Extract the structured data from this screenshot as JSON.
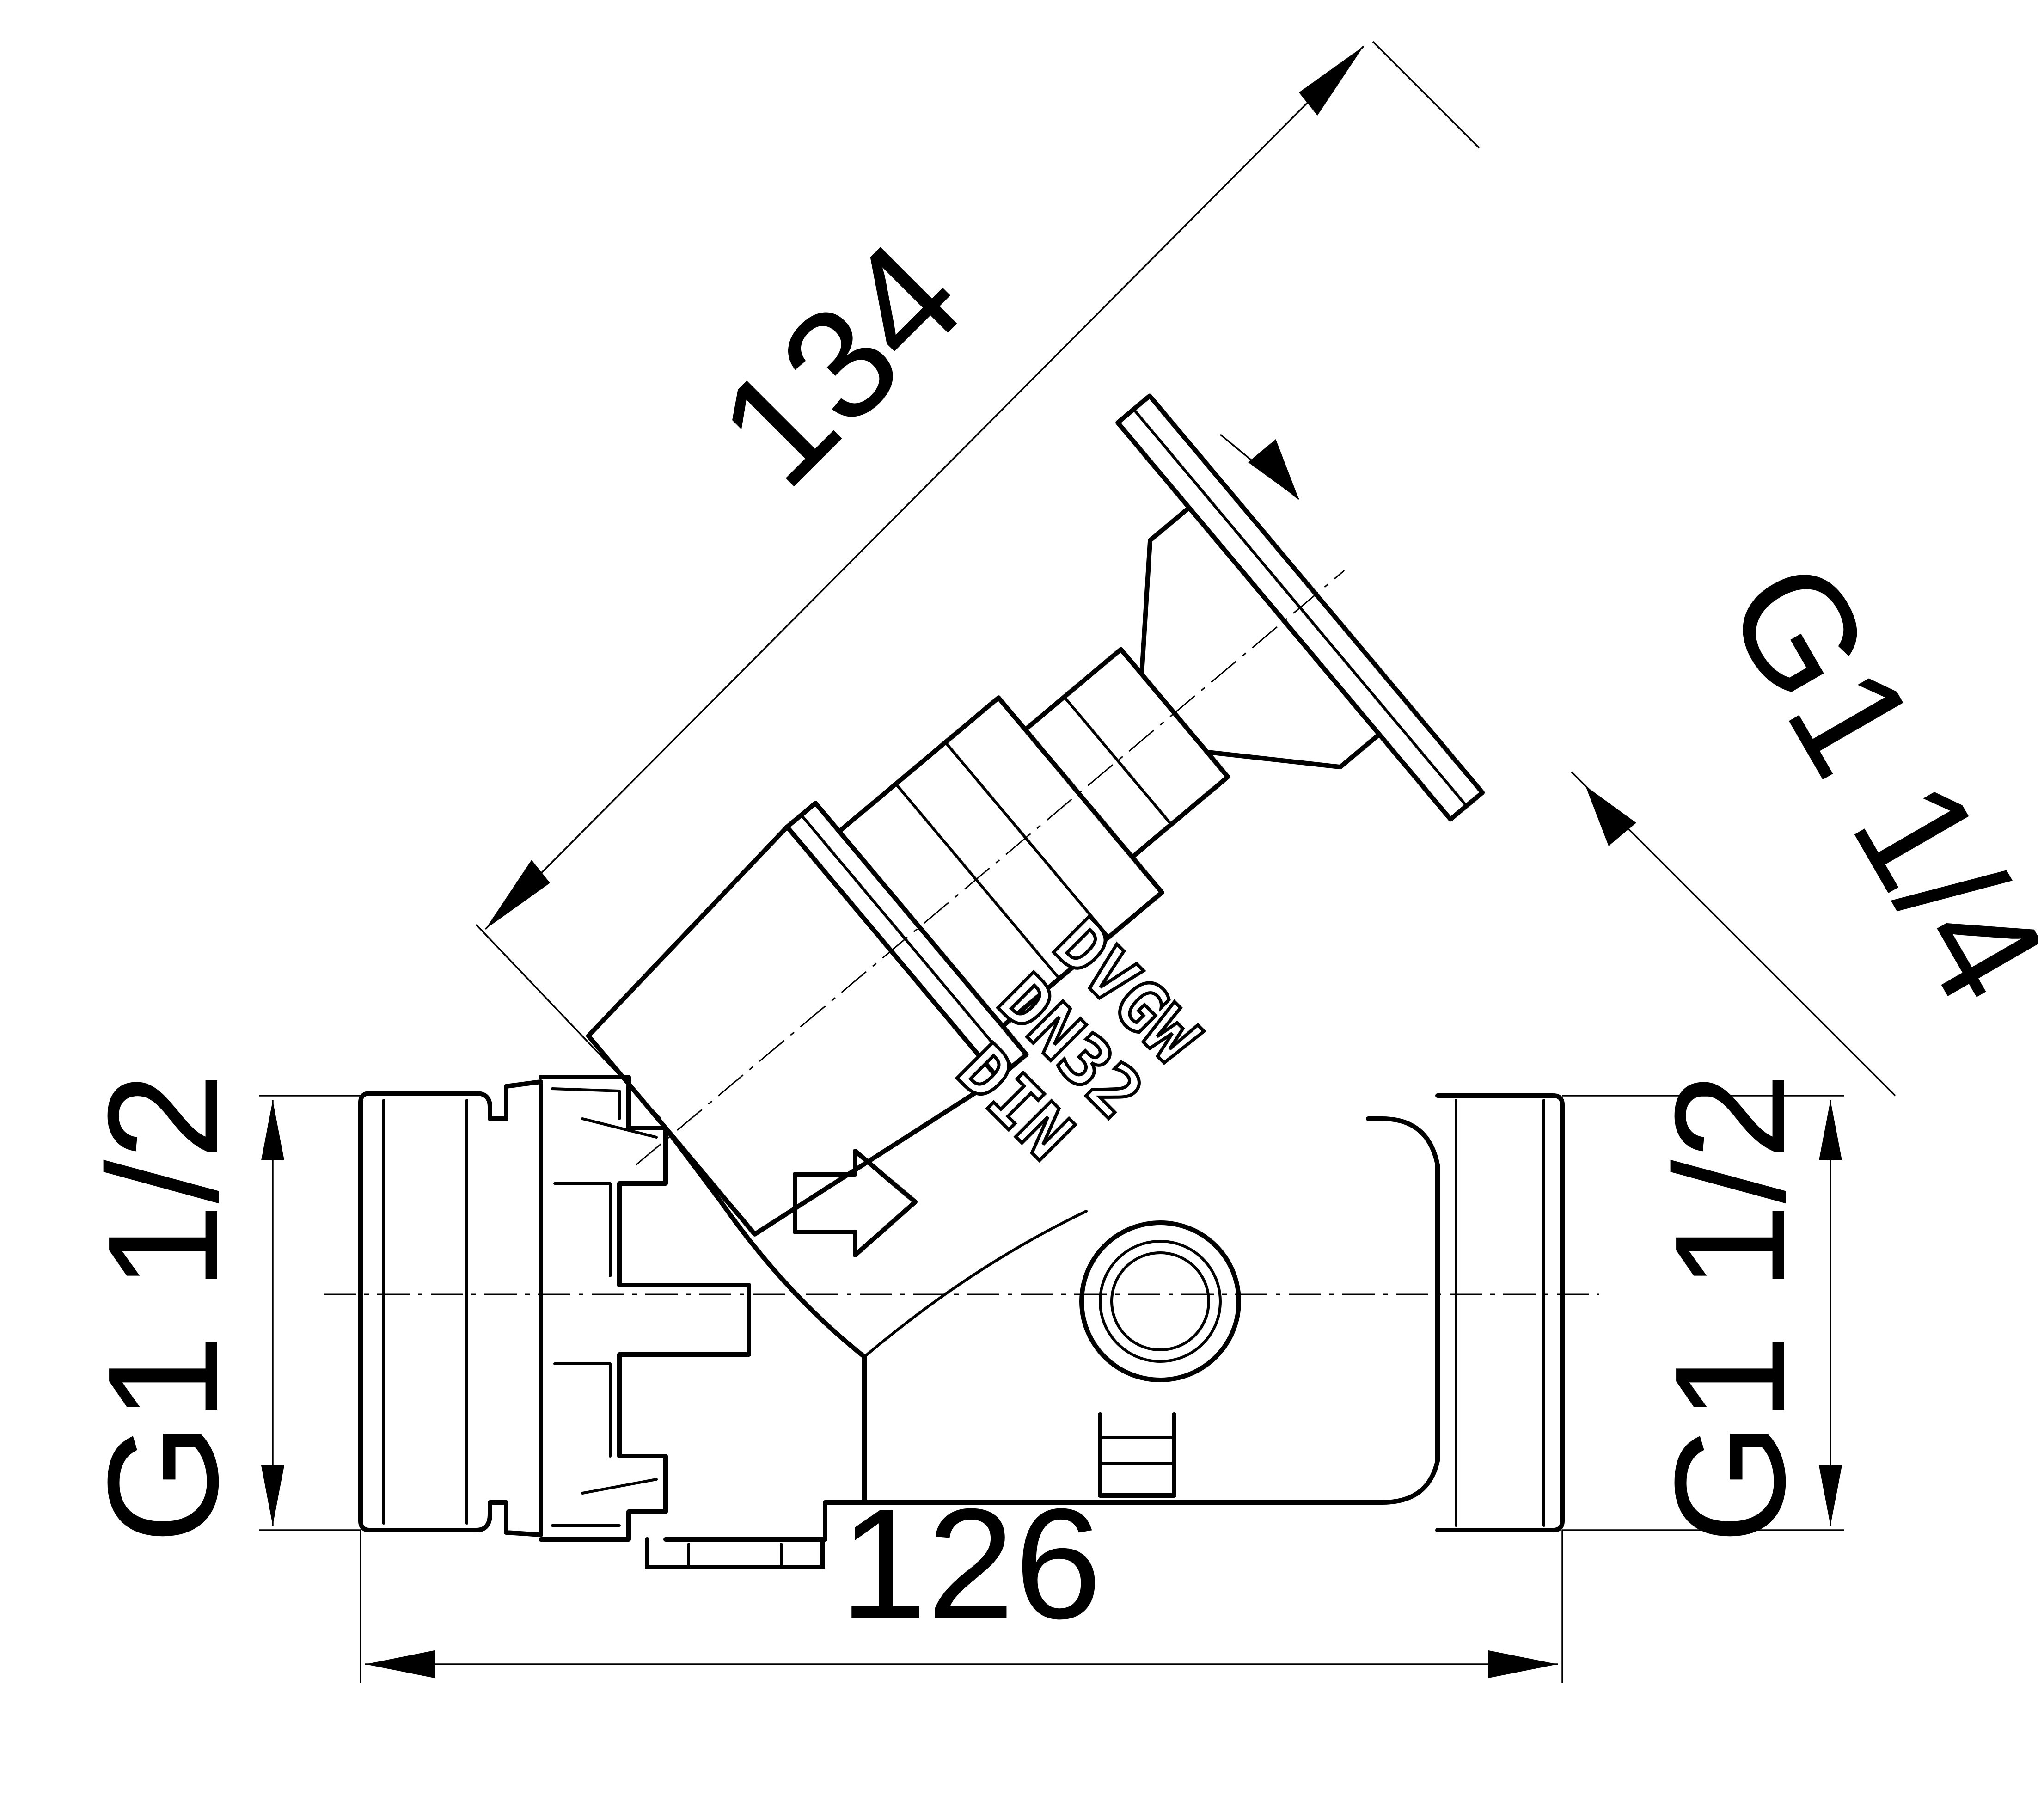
{
  "dimensions": {
    "length_axial": "134",
    "length_overall": "126",
    "thread_left": "G1 1/2",
    "thread_right": "G1 1/2",
    "thread_bonnet": "G1 1/4"
  },
  "body_markings": {
    "line1": "DVGW",
    "line2": "DN32",
    "line3": "DIN"
  },
  "colors": {
    "line": "#000000",
    "background": "#ffffff"
  },
  "icons": {
    "flow_direction": "flow-arrow-icon"
  }
}
